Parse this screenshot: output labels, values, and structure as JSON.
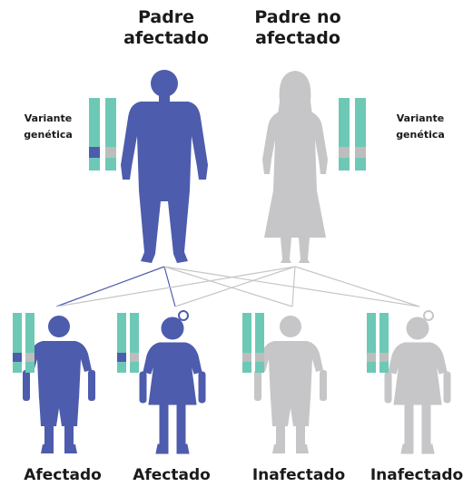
{
  "parents": {
    "affected_label": [
      "Padre",
      "afectado"
    ],
    "unaffected_label": [
      "Padre no",
      "afectado"
    ]
  },
  "variant_label": [
    "Variante",
    "genética"
  ],
  "children_labels": [
    "Afectado",
    "Afectado",
    "Inafectado",
    "Inafectado"
  ],
  "colors": {
    "affected": "#4d5cad",
    "unaffected": "#c6c6c8",
    "chromosome": "#6dc9b5",
    "variant": "#4d5cad",
    "normal_band": "#bdbdbd",
    "line_affected": "#4d5cad",
    "line_unaffected": "#c6c6c8"
  }
}
